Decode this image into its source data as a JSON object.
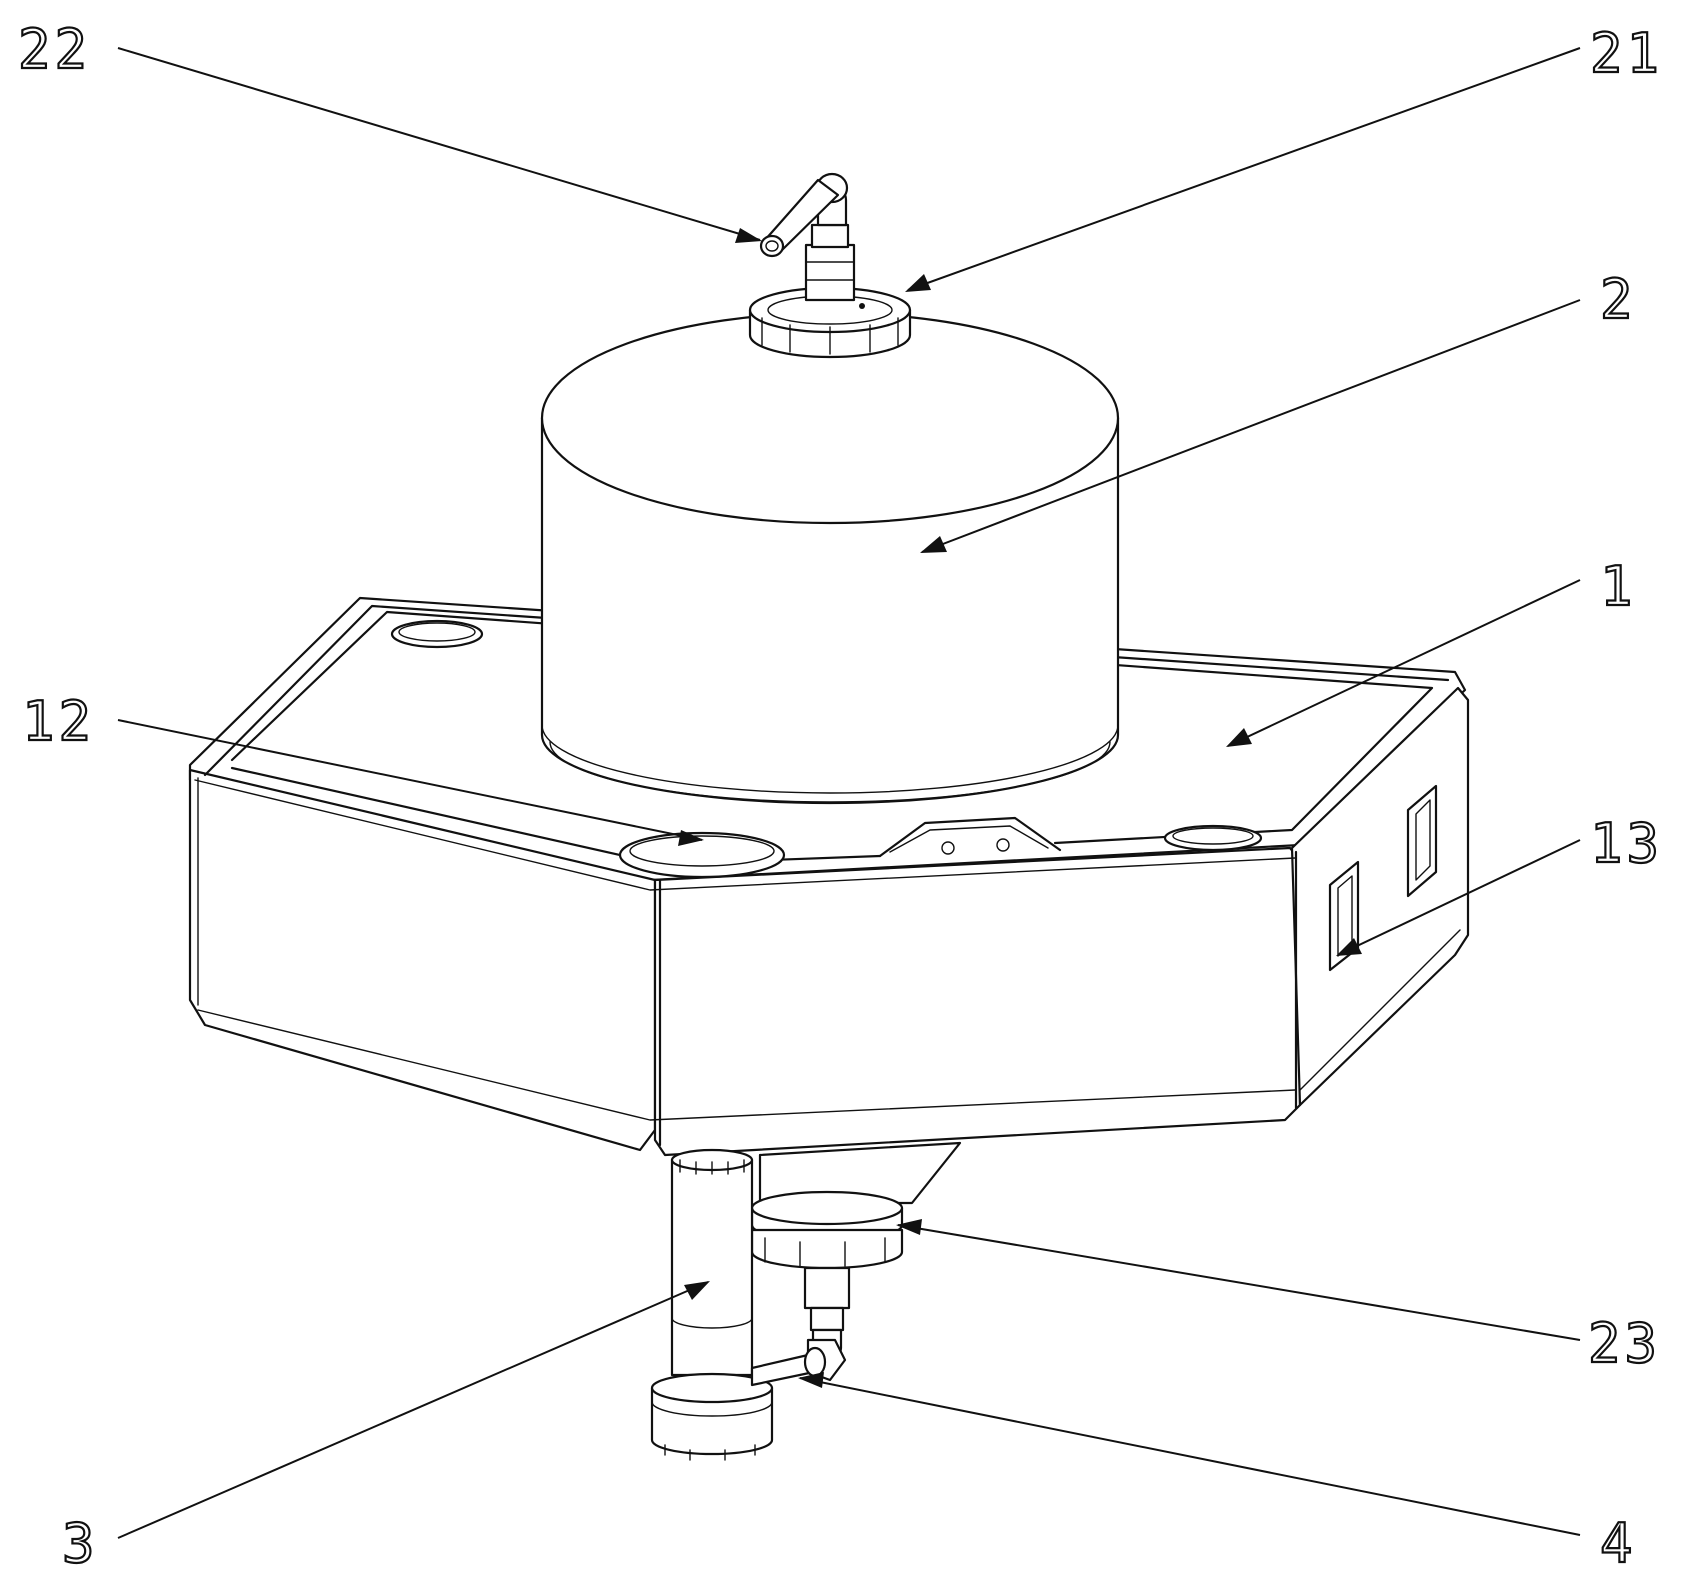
{
  "figure": {
    "callouts": [
      {
        "id": "c22",
        "label": "22"
      },
      {
        "id": "c21",
        "label": "21"
      },
      {
        "id": "c2",
        "label": "2"
      },
      {
        "id": "c1",
        "label": "1"
      },
      {
        "id": "c12",
        "label": "12"
      },
      {
        "id": "c13",
        "label": "13"
      },
      {
        "id": "c23",
        "label": "23"
      },
      {
        "id": "c3",
        "label": "3"
      },
      {
        "id": "c4",
        "label": "4"
      }
    ]
  }
}
